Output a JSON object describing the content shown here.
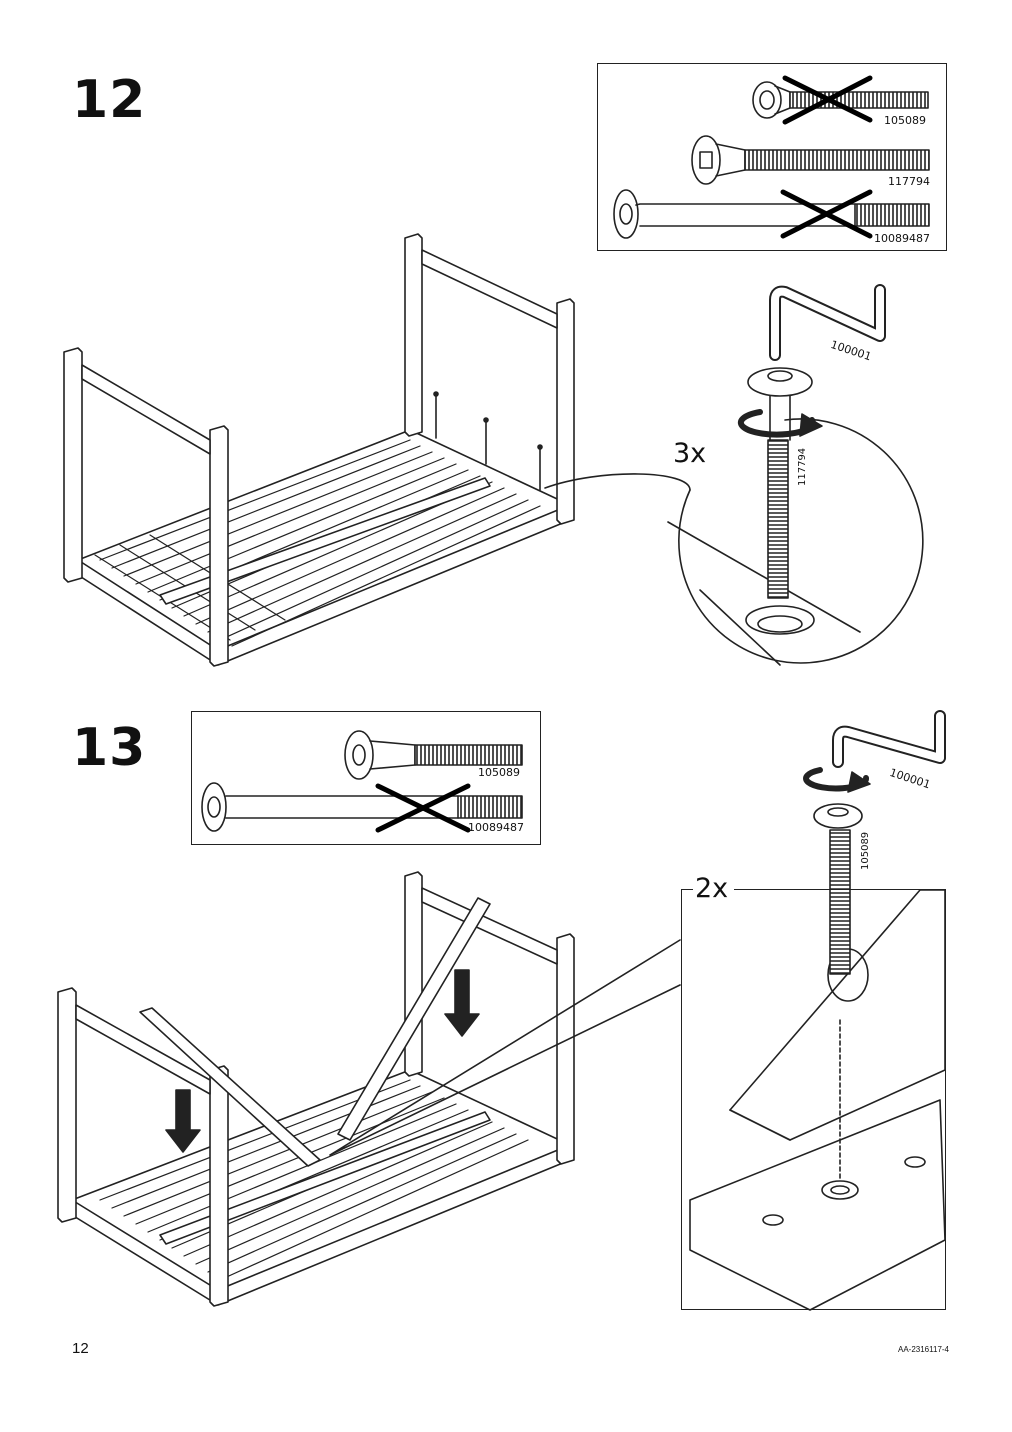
{
  "page": {
    "number": "12",
    "doc_code": "AA-2316117-4"
  },
  "step12": {
    "number": "12",
    "parts": [
      {
        "code": "105089",
        "state": "excluded"
      },
      {
        "code": "117794",
        "state": "used"
      },
      {
        "code": "10089487",
        "state": "excluded"
      }
    ],
    "quantity": "3x",
    "detail_bolt": "117794",
    "tool": "100001"
  },
  "step13": {
    "number": "13",
    "parts": [
      {
        "code": "105089",
        "state": "used"
      },
      {
        "code": "10089487",
        "state": "excluded"
      }
    ],
    "quantity": "2x",
    "detail_bolt": "105089",
    "tool": "100001"
  },
  "colors": {
    "line": "#222222",
    "paper": "#ffffff"
  },
  "icons": [
    "allen-key-icon",
    "cross-mark-icon",
    "rotation-arrow-icon",
    "down-arrow-icon"
  ]
}
